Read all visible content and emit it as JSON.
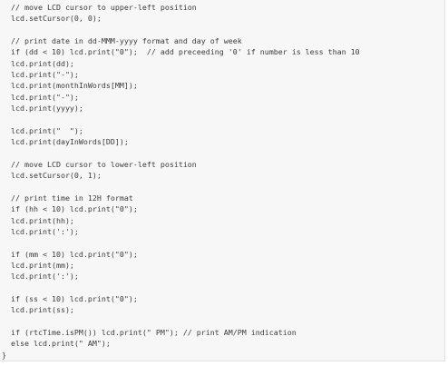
{
  "code": {
    "lines": [
      "// move LCD cursor to upper-left position",
      "lcd.setCursor(0, 0);",
      "",
      "// print date in dd-MMM-yyyy format and day of week",
      "if (dd < 10) lcd.print(\"0\");  // add preceeding '0' if number is less than 10",
      "lcd.print(dd);",
      "lcd.print(\"-\");",
      "lcd.print(monthInWords[MM]);",
      "lcd.print(\"-\");",
      "lcd.print(yyyy);",
      "",
      "lcd.print(\"  \");",
      "lcd.print(dayInWords[DD]);",
      "",
      "// move LCD cursor to lower-left position",
      "lcd.setCursor(0, 1);",
      "",
      "// print time in 12H format",
      "if (hh < 10) lcd.print(\"0\");",
      "lcd.print(hh);",
      "lcd.print(':');",
      "",
      "if (mm < 10) lcd.print(\"0\");",
      "lcd.print(mm);",
      "lcd.print(':');",
      "",
      "if (ss < 10) lcd.print(\"0\");",
      "lcd.print(ss);",
      "",
      "if (rtcTime.isPM()) lcd.print(\" PM\"); // print AM/PM indication",
      "else lcd.print(\" AM\");"
    ],
    "closing_brace": "}"
  }
}
